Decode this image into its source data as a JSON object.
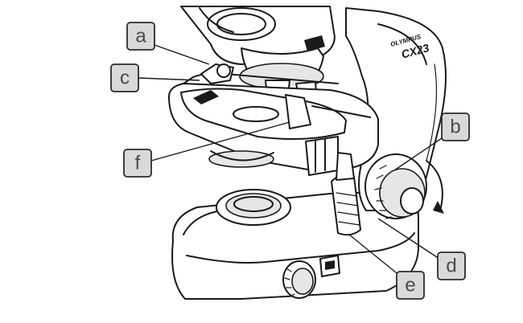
{
  "brand": {
    "maker": "OLYMPUS",
    "model": "CX23"
  },
  "callouts": [
    {
      "id": "a",
      "label": "a"
    },
    {
      "id": "b",
      "label": "b"
    },
    {
      "id": "c",
      "label": "c"
    },
    {
      "id": "d",
      "label": "d"
    },
    {
      "id": "e",
      "label": "e"
    },
    {
      "id": "f",
      "label": "f"
    }
  ],
  "colors": {
    "line": "#1a1a1a",
    "callout_fill": "#d9d9d9",
    "callout_text": "#4a4a4a"
  }
}
